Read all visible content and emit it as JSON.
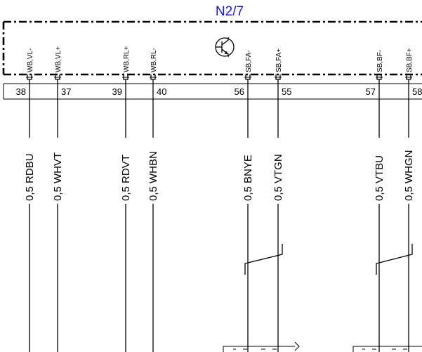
{
  "module": {
    "name": "N2/7",
    "title_color": "#1a1ad6"
  },
  "connections": [
    {
      "pin": "38",
      "signal": "WB,VL-",
      "wire": "0,5 RDBU"
    },
    {
      "pin": "37",
      "signal": "WB,VL+",
      "wire": "0,5 WHVT"
    },
    {
      "pin": "39",
      "signal": "WB,RL+",
      "wire": "0,5 RDVT"
    },
    {
      "pin": "40",
      "signal": "WB,RL-",
      "wire": "0,5 WHBN"
    },
    {
      "pin": "56",
      "signal": "SB,FA-",
      "wire": "0,5 BNYE"
    },
    {
      "pin": "55",
      "signal": "SB,FA+",
      "wire": "0,5 VTGN"
    },
    {
      "pin": "57",
      "signal": "SB,BF-",
      "wire": "0,5 VTBU"
    },
    {
      "pin": "58",
      "signal": "SB,BF+",
      "wire": "0,5 WHGN"
    }
  ],
  "symbols": {
    "component": "transistor-icon",
    "twisted_pairs": 2
  }
}
